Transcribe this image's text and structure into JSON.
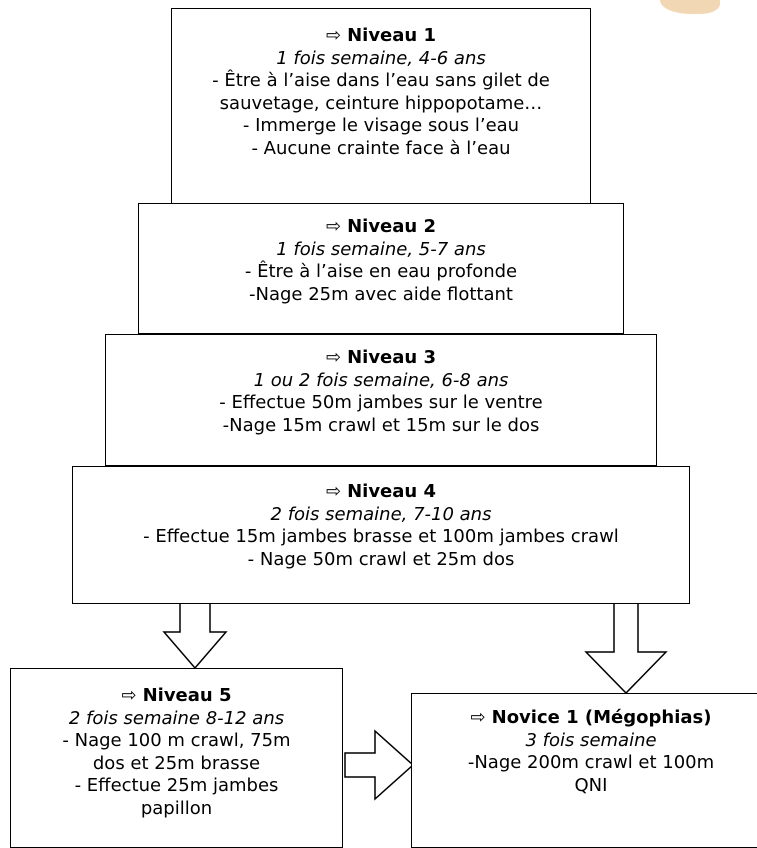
{
  "arrow_glyph": "⇨",
  "levels": [
    {
      "title": "Niveau 1",
      "subtitle": "1 fois semaine, 4-6 ans",
      "lines": [
        "- Être à l’aise dans l’eau sans gilet de",
        "sauvetage, ceinture hippopotame…",
        "- Immerge le visage sous l’eau",
        "- Aucune crainte face à l’eau"
      ]
    },
    {
      "title": "Niveau 2",
      "subtitle": "1 fois semaine, 5-7 ans",
      "lines": [
        "- Être à l’aise en eau profonde",
        "-Nage 25m avec aide flottant"
      ]
    },
    {
      "title": "Niveau 3",
      "subtitle": "1 ou 2 fois semaine, 6-8 ans",
      "lines": [
        "- Effectue 50m jambes sur le ventre",
        "-Nage 15m crawl et 15m sur le dos"
      ]
    },
    {
      "title": "Niveau 4",
      "subtitle": "2 fois semaine, 7-10 ans",
      "lines": [
        "- Effectue 15m jambes brasse et 100m jambes crawl",
        "- Nage 50m crawl et 25m dos"
      ]
    },
    {
      "title": "Niveau 5",
      "subtitle": "2 fois semaine 8-12 ans",
      "lines": [
        "- Nage 100 m crawl, 75m",
        "dos et 25m brasse",
        "- Effectue 25m jambes",
        "papillon"
      ]
    }
  ],
  "novice": {
    "title": "Novice 1 (Mégophias)",
    "subtitle": "3 fois semaine",
    "lines": [
      "-Nage 200m crawl et 100m",
      "QNI"
    ]
  },
  "colors": {
    "border": "#000000",
    "background": "#ffffff",
    "corner_image": "#f1d7b4"
  }
}
